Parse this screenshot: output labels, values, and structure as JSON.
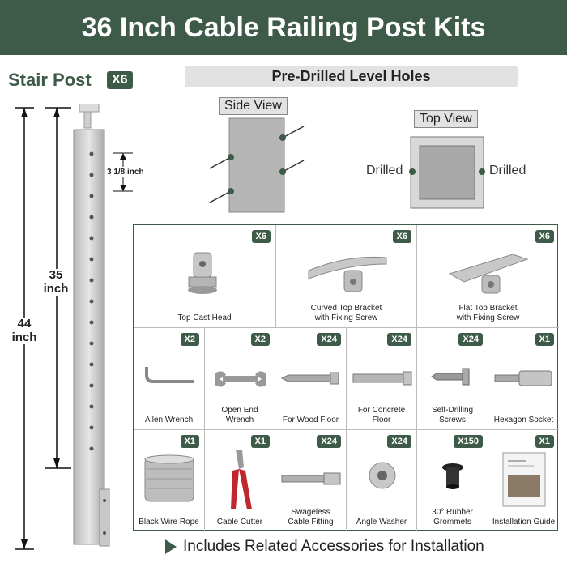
{
  "title": "36 Inch Cable Railing Post Kits",
  "post": {
    "title": "Stair Post",
    "qty": "X6",
    "spacing": "3 1/8 inch",
    "height_short_num": "35",
    "height_short_unit": "inch",
    "height_total_num": "44",
    "height_total_unit": "inch"
  },
  "holes": {
    "heading": "Pre-Drilled Level Holes",
    "side_view": "Side View",
    "top_view": "Top View",
    "drilled_left": "Drilled",
    "drilled_right": "Drilled"
  },
  "parts_top": [
    {
      "qty": "X6",
      "l1": "Top Cast Head",
      "l2": "",
      "icon": "cast-head-icon"
    },
    {
      "qty": "X6",
      "l1": "Curved Top Bracket",
      "l2": "with Fixing Screw",
      "icon": "curved-bracket-icon"
    },
    {
      "qty": "X6",
      "l1": "Flat Top Bracket",
      "l2": "with Fixing Screw",
      "icon": "flat-bracket-icon"
    }
  ],
  "parts_mid": [
    {
      "qty": "X2",
      "l1": "Allen Wrench",
      "l2": "",
      "icon": "allen-wrench-icon"
    },
    {
      "qty": "X2",
      "l1": "Open End",
      "l2": "Wrench",
      "icon": "open-end-wrench-icon"
    },
    {
      "qty": "X24",
      "l1": "For Wood Floor",
      "l2": "",
      "icon": "wood-screw-icon"
    },
    {
      "qty": "X24",
      "l1": "For Concrete",
      "l2": "Floor",
      "icon": "concrete-anchor-icon"
    },
    {
      "qty": "X24",
      "l1": "Self-Drilling",
      "l2": "Screws",
      "icon": "self-drilling-screw-icon"
    },
    {
      "qty": "X1",
      "l1": "Hexagon Socket",
      "l2": "",
      "icon": "hex-socket-icon"
    }
  ],
  "parts_bot": [
    {
      "qty": "X1",
      "l1": "Black Wire Rope",
      "l2": "",
      "icon": "wire-rope-icon"
    },
    {
      "qty": "X1",
      "l1": "Cable Cutter",
      "l2": "",
      "icon": "cable-cutter-icon"
    },
    {
      "qty": "X24",
      "l1": "Swageless",
      "l2": "Cable Fitting",
      "icon": "cable-fitting-icon"
    },
    {
      "qty": "X24",
      "l1": "Angle Washer",
      "l2": "",
      "icon": "angle-washer-icon"
    },
    {
      "qty": "X150",
      "l1": "30° Rubber",
      "l2": "Grommets",
      "icon": "rubber-grommet-icon"
    },
    {
      "qty": "X1",
      "l1": "Installation Guide",
      "l2": "",
      "icon": "installation-guide-icon"
    }
  ],
  "footer": "Includes Related Accessories for Installation",
  "colors": {
    "brand": "#3e5a48",
    "panel": "#e2e2e2"
  }
}
